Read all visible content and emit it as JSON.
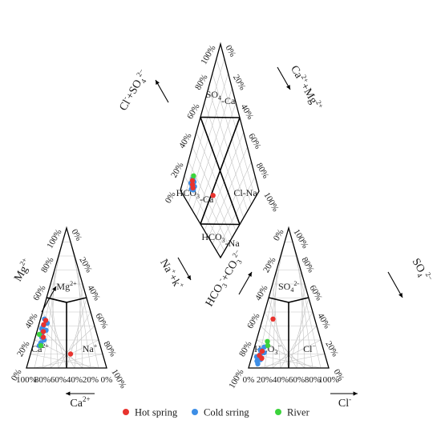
{
  "chart_data": {
    "type": "scatter",
    "subtype": "piper-diagram",
    "ticks": [
      "0%",
      "20%",
      "40%",
      "60%",
      "80%",
      "100%"
    ],
    "cation_triangle": {
      "axes": {
        "mg": {
          "label_base": "Mg",
          "label_sup": "2+"
        },
        "ca": {
          "label_base": "Ca",
          "label_sup": "2+"
        },
        "na": {
          "label_parts": [
            "Na",
            "+",
            "+k",
            "+"
          ]
        }
      },
      "fields": [
        {
          "label_base": "Mg",
          "label_sup": "2+"
        },
        {
          "label_base": "Ca",
          "label_sup": "2+"
        },
        {
          "label_base": "Na",
          "label_sup": "+"
        }
      ],
      "points": [
        {
          "series": "Cold srring",
          "mg": 22,
          "ca": 70,
          "na": 8
        },
        {
          "series": "Cold srring",
          "mg": 25,
          "ca": 68,
          "na": 7
        },
        {
          "series": "Cold srring",
          "mg": 30,
          "ca": 64,
          "na": 6
        },
        {
          "series": "Cold srring",
          "mg": 35,
          "ca": 60,
          "na": 5
        },
        {
          "series": "Cold srring",
          "mg": 18,
          "ca": 73,
          "na": 9
        },
        {
          "series": "Cold srring",
          "mg": 27,
          "ca": 62,
          "na": 11
        },
        {
          "series": "Cold srring",
          "mg": 32,
          "ca": 58,
          "na": 10
        },
        {
          "series": "Cold srring",
          "mg": 20,
          "ca": 68,
          "na": 12
        },
        {
          "series": "Cold srring",
          "mg": 28,
          "ca": 67,
          "na": 5
        },
        {
          "series": "Cold srring",
          "mg": 16,
          "ca": 76,
          "na": 8
        },
        {
          "series": "Hot spring",
          "mg": 26,
          "ca": 66,
          "na": 8
        },
        {
          "series": "Hot spring",
          "mg": 31,
          "ca": 63,
          "na": 6
        },
        {
          "series": "Hot spring",
          "mg": 34,
          "ca": 59,
          "na": 7
        },
        {
          "series": "Hot spring",
          "mg": 22,
          "ca": 68,
          "na": 10
        },
        {
          "series": "Hot spring",
          "mg": 10,
          "ca": 40,
          "na": 50
        },
        {
          "series": "River",
          "mg": 24,
          "ca": 72,
          "na": 4
        },
        {
          "series": "River",
          "mg": 16,
          "ca": 74,
          "na": 10
        }
      ]
    },
    "anion_triangle": {
      "axes": {
        "so4": {
          "label_base": "SO",
          "label_sub": "4",
          "label_sup": "2−"
        },
        "cl": {
          "label_base": "Cl",
          "label_sup": "-"
        },
        "hco3": {
          "label_parts": [
            "HCO",
            "3",
            "-",
            "+CO",
            "3",
            "2−"
          ]
        }
      },
      "fields": [
        {
          "label_base": "SO",
          "label_sub": "4",
          "label_sup": "2-"
        },
        {
          "label_base": "HCO",
          "label_sub": "3",
          "label_sup": "−"
        },
        {
          "label_base": "Cl",
          "label_sup": "−"
        }
      ],
      "points": [
        {
          "series": "Cold srring",
          "so4": 5,
          "cl": 8,
          "hco3": 87
        },
        {
          "series": "Cold srring",
          "so4": 8,
          "cl": 6,
          "hco3": 86
        },
        {
          "series": "Cold srring",
          "so4": 10,
          "cl": 10,
          "hco3": 80
        },
        {
          "series": "Cold srring",
          "so4": 13,
          "cl": 8,
          "hco3": 79
        },
        {
          "series": "Cold srring",
          "so4": 15,
          "cl": 12,
          "hco3": 73
        },
        {
          "series": "Cold srring",
          "so4": 6,
          "cl": 12,
          "hco3": 82
        },
        {
          "series": "Cold srring",
          "so4": 11,
          "cl": 14,
          "hco3": 75
        },
        {
          "series": "Cold srring",
          "so4": 3,
          "cl": 10,
          "hco3": 87
        },
        {
          "series": "Hot spring",
          "so4": 9,
          "cl": 9,
          "hco3": 82
        },
        {
          "series": "Hot spring",
          "so4": 12,
          "cl": 11,
          "hco3": 77
        },
        {
          "series": "Hot spring",
          "so4": 7,
          "cl": 13,
          "hco3": 80
        },
        {
          "series": "Hot spring",
          "so4": 35,
          "cl": 13,
          "hco3": 52
        },
        {
          "series": "River",
          "so4": 16,
          "cl": 16,
          "hco3": 68
        },
        {
          "series": "River",
          "so4": 19,
          "cl": 14,
          "hco3": 67
        }
      ]
    },
    "diamond": {
      "axes": {
        "cl_so4": {
          "label_parts": [
            "Cl",
            "-",
            "+SO",
            "4",
            "2−"
          ]
        },
        "ca_mg": {
          "label_parts": [
            "Ca",
            "2+",
            "+Mg",
            "2+"
          ]
        }
      },
      "fields": [
        {
          "label_base": "SO",
          "label_sub": "4",
          "label_rest": "-Ca"
        },
        {
          "label_base": "HCO",
          "label_sub": "3",
          "label_rest": "-Ca"
        },
        {
          "label_base": "Cl-Na"
        },
        {
          "label_base": "HCO",
          "label_sub": "3",
          "label_rest": "-Na"
        }
      ],
      "points": [
        {
          "series": "Cold srring",
          "cl_so4": 18,
          "ca_mg": 88
        },
        {
          "series": "Cold srring",
          "cl_so4": 19,
          "ca_mg": 92
        },
        {
          "series": "Cold srring",
          "cl_so4": 22,
          "ca_mg": 90
        },
        {
          "series": "Cold srring",
          "cl_so4": 17,
          "ca_mg": 84
        },
        {
          "series": "Cold srring",
          "cl_so4": 24,
          "ca_mg": 89
        },
        {
          "series": "Cold srring",
          "cl_so4": 21,
          "ca_mg": 85
        },
        {
          "series": "Cold srring",
          "cl_so4": 15,
          "ca_mg": 87
        },
        {
          "series": "Cold srring",
          "cl_so4": 25,
          "ca_mg": 93
        },
        {
          "series": "Hot spring",
          "cl_so4": 20,
          "ca_mg": 89
        },
        {
          "series": "Hot spring",
          "cl_so4": 23,
          "ca_mg": 92
        },
        {
          "series": "Hot spring",
          "cl_so4": 18,
          "ca_mg": 86
        },
        {
          "series": "Hot spring",
          "cl_so4": 38,
          "ca_mg": 55
        },
        {
          "series": "River",
          "cl_so4": 28,
          "ca_mg": 94
        }
      ]
    },
    "series": [
      {
        "name": "Hot spring",
        "color": "#e8332e"
      },
      {
        "name": "Cold srring",
        "color": "#3d8ee6"
      },
      {
        "name": "River",
        "color": "#3cd33c"
      }
    ],
    "grid": true,
    "legend": "bottom"
  }
}
